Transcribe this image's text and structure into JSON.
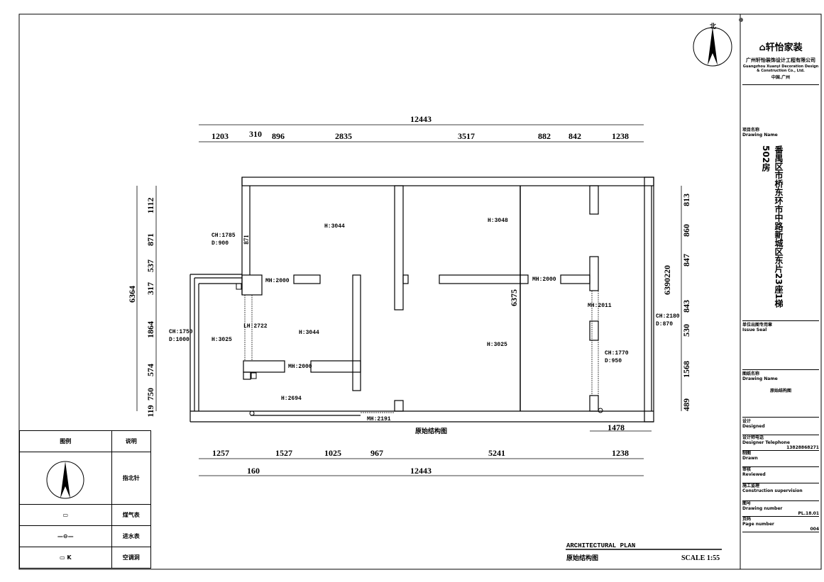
{
  "drawing": {
    "plan_title": "原始结构图",
    "footer": {
      "english_title": "ARCHITECTURAL PLAN",
      "chinese_title": "原始结构图",
      "scale": "SCALE  1:55"
    },
    "north_label": "北",
    "dimensions_top": {
      "overall": "12443",
      "segments": [
        "1203",
        "310",
        "896",
        "2835",
        "3517",
        "882",
        "842",
        "1238"
      ]
    },
    "dimensions_bottom": {
      "segments": [
        "1257",
        "1527",
        "1025",
        "967",
        "5241",
        "1238"
      ],
      "left_offset": "160",
      "overall": "12443",
      "right_sub": "1478"
    },
    "dimensions_left": {
      "overall": "6364",
      "segments": [
        "1112",
        "871",
        "537",
        "317",
        "1864",
        "574",
        "750",
        "119"
      ]
    },
    "dimensions_right": {
      "overall": "6390220",
      "segments": [
        "813",
        "860",
        "847",
        "843",
        "530",
        "1568",
        "489"
      ],
      "inner": "6375",
      "window_width": "871"
    },
    "labels": {
      "h1": "H:3044",
      "h2": "H:3048",
      "h3": "H:3044",
      "h4": "H:3025",
      "h5": "H:3025",
      "h6": "H:2694",
      "mh1": "MH:2000",
      "mh2": "MH:2000",
      "mh3": "MH:2000",
      "mh4": "MH:2011",
      "mh5": "MH:2191",
      "lh": "LH:2722",
      "w1_ch": "CH:1785",
      "w1_d": "D:900",
      "w2_ch": "CH:1750",
      "w2_d": "D:1000",
      "w3_ch": "CH:2180",
      "w3_d": "D:870",
      "w4_ch": "CH:1770",
      "w4_d": "D:950"
    }
  },
  "legend": {
    "header_symbol": "图例",
    "header_desc": "说明",
    "rows": [
      {
        "desc": "指北针"
      },
      {
        "desc": "煤气表"
      },
      {
        "desc": "进水表"
      },
      {
        "desc": "空调洞"
      }
    ]
  },
  "title_block": {
    "company_cn": "广州轩怡装饰设计工程有限公司",
    "company_en": "Guangzhou Xuanyi Decoration Design & Construction Co., Ltd.",
    "location": "中国.广州",
    "logo_text": "轩怡家装",
    "project_label_cn": "项目名称",
    "project_label_en": "Drawing Name",
    "project_name": "番禺区市桥东环市中路新城区东片23座1梯502房",
    "seal_cn": "单位出图专用章",
    "seal_en": "Issue Seal",
    "drawing_name_cn": "图纸名称",
    "drawing_name_en": "Drawing Name",
    "drawing_name": "原始结构图",
    "designed_cn": "设计",
    "designed_en": "Designed",
    "tel_cn": "设计师电话",
    "tel_en": "Designer Telephone",
    "tel": "13828868271",
    "drawn_cn": "制图",
    "drawn_en": "Drawn",
    "reviewed_cn": "审核",
    "reviewed_en": "Reviewed",
    "supervision_cn": "施工监理",
    "supervision_en": "Construction supervision",
    "number_cn": "图号",
    "number_en": "Drawing number",
    "number": "PL.18.01",
    "page_cn": "页码",
    "page_en": "Page number",
    "page": "004"
  }
}
